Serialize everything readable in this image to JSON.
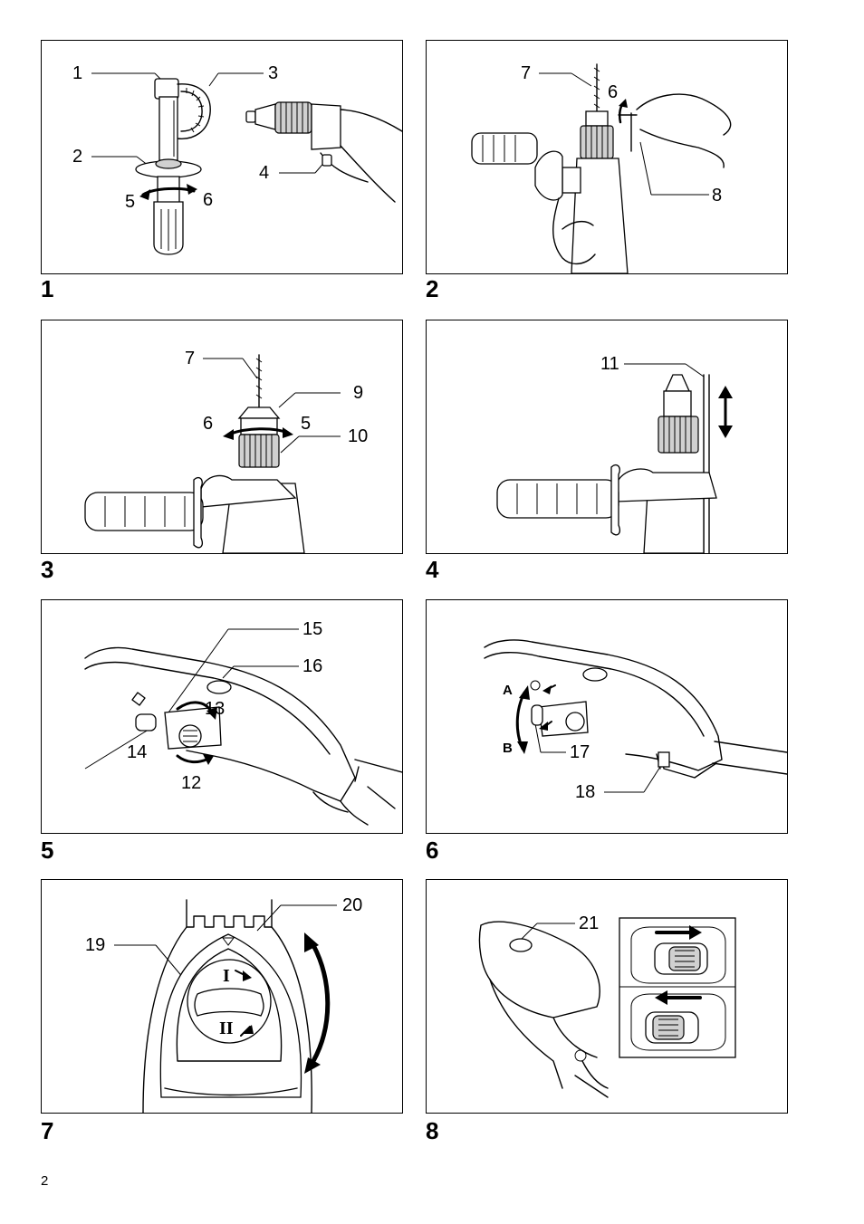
{
  "figures": [
    {
      "number": "1",
      "callouts": [
        "1",
        "3",
        "2",
        "4",
        "5",
        "6"
      ]
    },
    {
      "number": "2",
      "callouts": [
        "7",
        "6",
        "8"
      ]
    },
    {
      "number": "3",
      "callouts": [
        "7",
        "9",
        "6",
        "5",
        "10"
      ]
    },
    {
      "number": "4",
      "callouts": [
        "11"
      ]
    },
    {
      "number": "5",
      "callouts": [
        "15",
        "16",
        "13",
        "14",
        "12"
      ]
    },
    {
      "number": "6",
      "callouts": [
        "A",
        "B",
        "17",
        "18"
      ]
    },
    {
      "number": "7",
      "callouts": [
        "20",
        "19"
      ]
    },
    {
      "number": "8",
      "callouts": [
        "21"
      ]
    }
  ],
  "dial_marks": {
    "position_1": "I",
    "position_2": "II"
  },
  "page_number": "2"
}
